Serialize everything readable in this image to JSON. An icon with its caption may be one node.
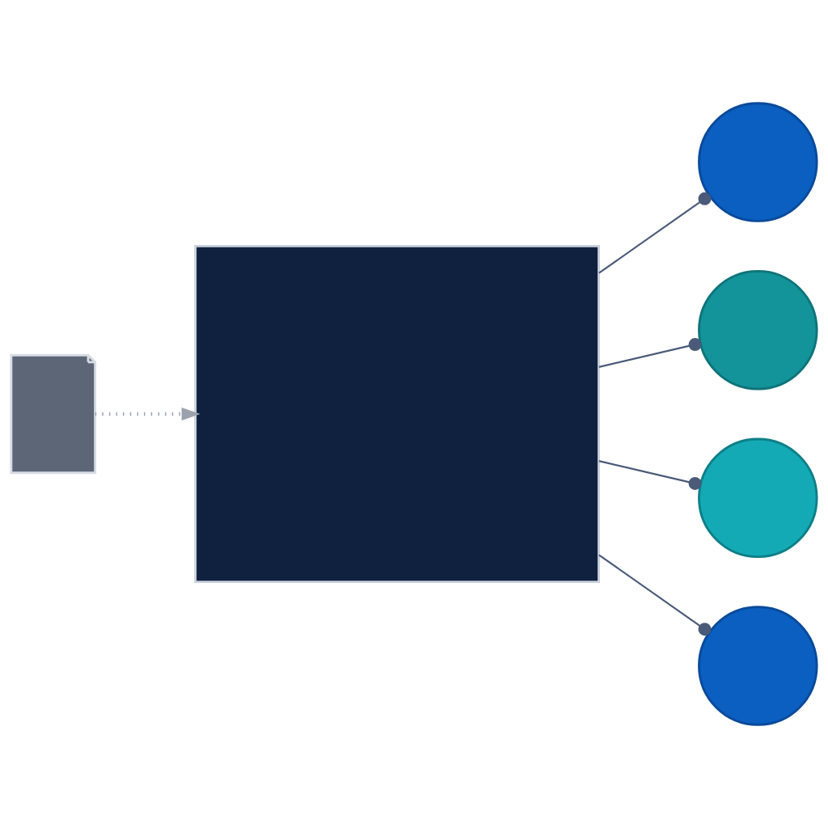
{
  "diagram": {
    "nodes": [
      {
        "text": [],
        "shape": "document"
      },
      {
        "text": [],
        "shape": "window"
      },
      {
        "text": [],
        "shape": "circle"
      },
      {
        "text": [],
        "shape": "circle"
      },
      {
        "text": [],
        "shape": "circle"
      },
      {
        "text": [],
        "shape": "circle"
      }
    ],
    "edges": [
      {
        "from": 0,
        "to": 1,
        "arrow": "to",
        "style": "dashed",
        "color": "#9aa3ad"
      },
      {
        "from": 1,
        "to": 2,
        "arrow": "other"
      },
      {
        "from": 1,
        "to": 3,
        "arrow": "other"
      },
      {
        "from": 1,
        "to": 4,
        "arrow": "other"
      },
      {
        "from": 1,
        "to": 5,
        "arrow": "other"
      }
    ]
  }
}
